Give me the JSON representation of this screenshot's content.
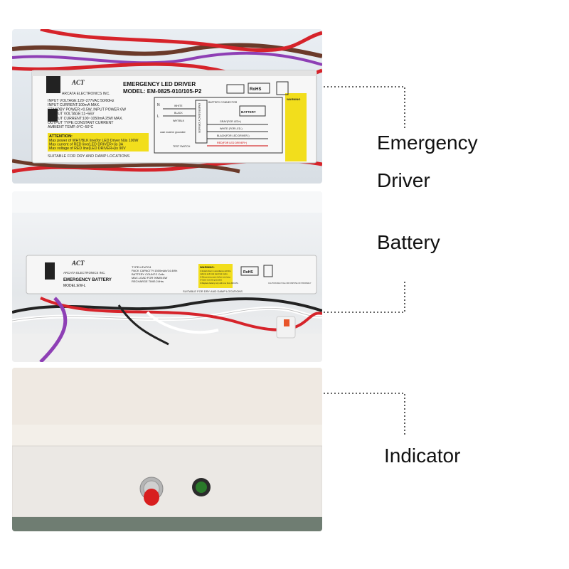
{
  "callouts": {
    "emergency_driver_line1": "Emergency",
    "emergency_driver_line2": "Driver",
    "battery": "Battery",
    "indicator": "Indicator"
  },
  "driver_label": {
    "brand": "ACT",
    "company": "ARCATA ELECTRONICS INC.",
    "title": "EMERGENCY LED DRIVER",
    "model": "MODEL: EM-0825-010/105-P2",
    "specs": [
      "INPUT VOLTAGE:120~277VAC 50/60Hz",
      "INPUT CURRENT:100mA MAX.",
      "STANDBY POWER:<0.5W, INPUT POWER 6W",
      "OUTPUT VOLTAGE:11~56V",
      "OUTPUT CURRENT:100~1050mA 25W MAX.",
      "OUTPUT TYPE:CONSTANT CURRENT",
      "AMBIENT TEMP.:0°C~50°C"
    ],
    "attention_title": "ATTENTION:",
    "attention_lines": [
      "Max power of WHT/BLK line(for LED Driver N)is 100W",
      "Max current of RED line(LED DRIVER+)is 3A",
      "Max voltage of RED line(LED DRIVER+)is 90V"
    ],
    "suitable": "SUITABLE FOR DRY AND DAMP LOCATIONS",
    "rohs": "RoHS",
    "wiring": {
      "n": "N",
      "l": "L",
      "white": "WHITE",
      "black": "BLACK",
      "white_black": "WHT/BLK",
      "battery_connector": "BATTERY CONNECTOR",
      "battery": "BATTERY",
      "gray": "GRAY(FOR LED+)",
      "white_led": "WHITE (FOR LED-)",
      "black_led": "BLACK(FOR LED DRIVER-)",
      "red_led": "RED(FOR LED DRIVER+)",
      "test_switch": "TEST SWITCH",
      "driver_box": "EMERGENCY DRIVER",
      "ground": "case must be grounded"
    },
    "warning": "WARNING"
  },
  "battery_label": {
    "brand": "ACT",
    "company": "ARCATA ELECTRONICS INC.",
    "title": "EMERGENCY BATTERY",
    "model": "MODEL:EW-L",
    "specs": [
      "TYPE:LiFePO4",
      "PACK CAPACITY:1500mAh/14.4Wh",
      "BATTERY COUNT:2 Cells",
      "MAX.LOAD FOR 90MIN:8W",
      "RECHARGE TIME:24Hrs"
    ],
    "warning_title": "WARNING:",
    "warning_lines": [
      "1>Install driver in accordance with the",
      "national and local electrical codes.",
      "2>Disconnect power before servicing",
      "3>Case must be grounded.",
      "4>Replace battery only with one from ARCATA."
    ],
    "suitable": "SUITABLE FOR DRY AND DAMP LOCATIONS",
    "rohs": "RoHS",
    "caution": "CAUTION RECYCLE OR DISPOSE OF PROPERLY"
  },
  "colors": {
    "label_yellow": "#f2de1c",
    "wire_red": "#d6232a",
    "wire_purple": "#8e3fb5",
    "wire_brown": "#6b3a2a",
    "button_red": "#d81e1e",
    "indicator_green": "#2a7a2a"
  }
}
